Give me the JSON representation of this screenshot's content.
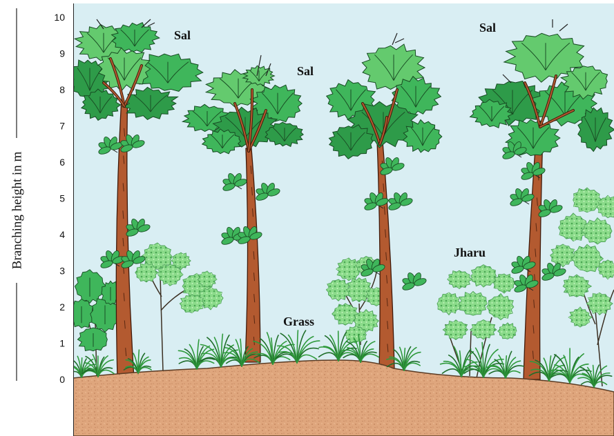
{
  "axis": {
    "title": "Branching height in m",
    "ticks": [
      "0",
      "1",
      "2",
      "3",
      "4",
      "5",
      "6",
      "7",
      "8",
      "9",
      "10"
    ]
  },
  "labels": {
    "sal_left": "Sal",
    "sal_middle": "Sal",
    "sal_right": "Sal",
    "grass": "Grass",
    "jharu": "Jharu"
  },
  "colors": {
    "sky": "#d9eef3",
    "ground": "#dfa67d",
    "trunk": "#b35a30",
    "canopy_dark": "#2e9b49",
    "canopy_mid": "#3fb65b",
    "canopy_light": "#64ca6e",
    "shrub": "#8bdb8a",
    "grass": "#2f9a3c"
  }
}
